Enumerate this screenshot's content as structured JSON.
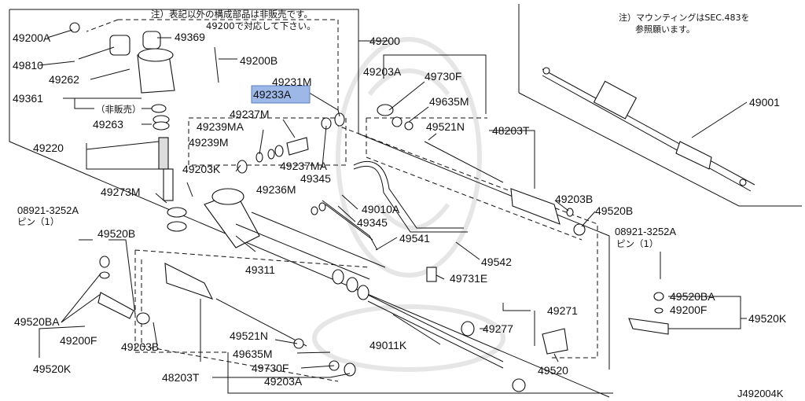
{
  "diagram": {
    "highlight_color": "#9db7e6",
    "figure_code": "J492004K",
    "notes": {
      "left_line1": "注）表記以外の構成部品は非販売です。",
      "left_line2": "49200で対応して下さい。",
      "right_line1": "注）マウンティングはSEC.483を",
      "right_line2": "参照願います。"
    },
    "labels": {
      "p49200A": "49200A",
      "p49369": "49369",
      "p49810": "49810",
      "p49200B_top": "49200B",
      "p49262": "49262",
      "p49231M": "49231M",
      "p49233A": "49233A",
      "p49361": "49361",
      "hihanbai": "（非販売）",
      "p49263": "49263",
      "p49237M": "49237M",
      "p49239MA": "49239MA",
      "p49239M": "49239M",
      "p49220": "49220",
      "p49203K": "49203K",
      "p49237MA": "49237MA",
      "p49345_a": "49345",
      "p49236M": "49236M",
      "p49273M": "49273M",
      "p49010A": "49010A",
      "p49345_b": "49345",
      "p08921_left": "08921-3252A",
      "pin_left": "ピン（1）",
      "p49541": "49541",
      "p49520B_left": "49520B",
      "p49542": "49542",
      "p49311": "49311",
      "p49731E": "49731E",
      "p49520BA_left": "49520BA",
      "p49200F_left": "49200F",
      "p49203B_left": "49203B",
      "p49520K_left": "49520K",
      "p49521N_low": "49521N",
      "p49635M_low": "49635M",
      "p49730F_low": "49730F",
      "p48203T_low": "48203T",
      "p49203A_low": "49203A",
      "p49200": "49200",
      "p49203A_up": "49203A",
      "p49730F_up": "49730F",
      "p49635M_up": "49635M",
      "p49521N_up": "49521N",
      "p48203T_up": "48203T",
      "p49203B_right": "49203B",
      "p49520B_right": "49520B",
      "p08921_right": "08921-3252A",
      "pin_right": "ピン（1）",
      "p49520BA_right": "49520BA",
      "p49200F_right": "49200F",
      "p49520K_right": "49520K",
      "p49271": "49271",
      "p49277": "49277",
      "p49011K": "49011K",
      "p49520": "49520",
      "p49001": "49001"
    }
  }
}
